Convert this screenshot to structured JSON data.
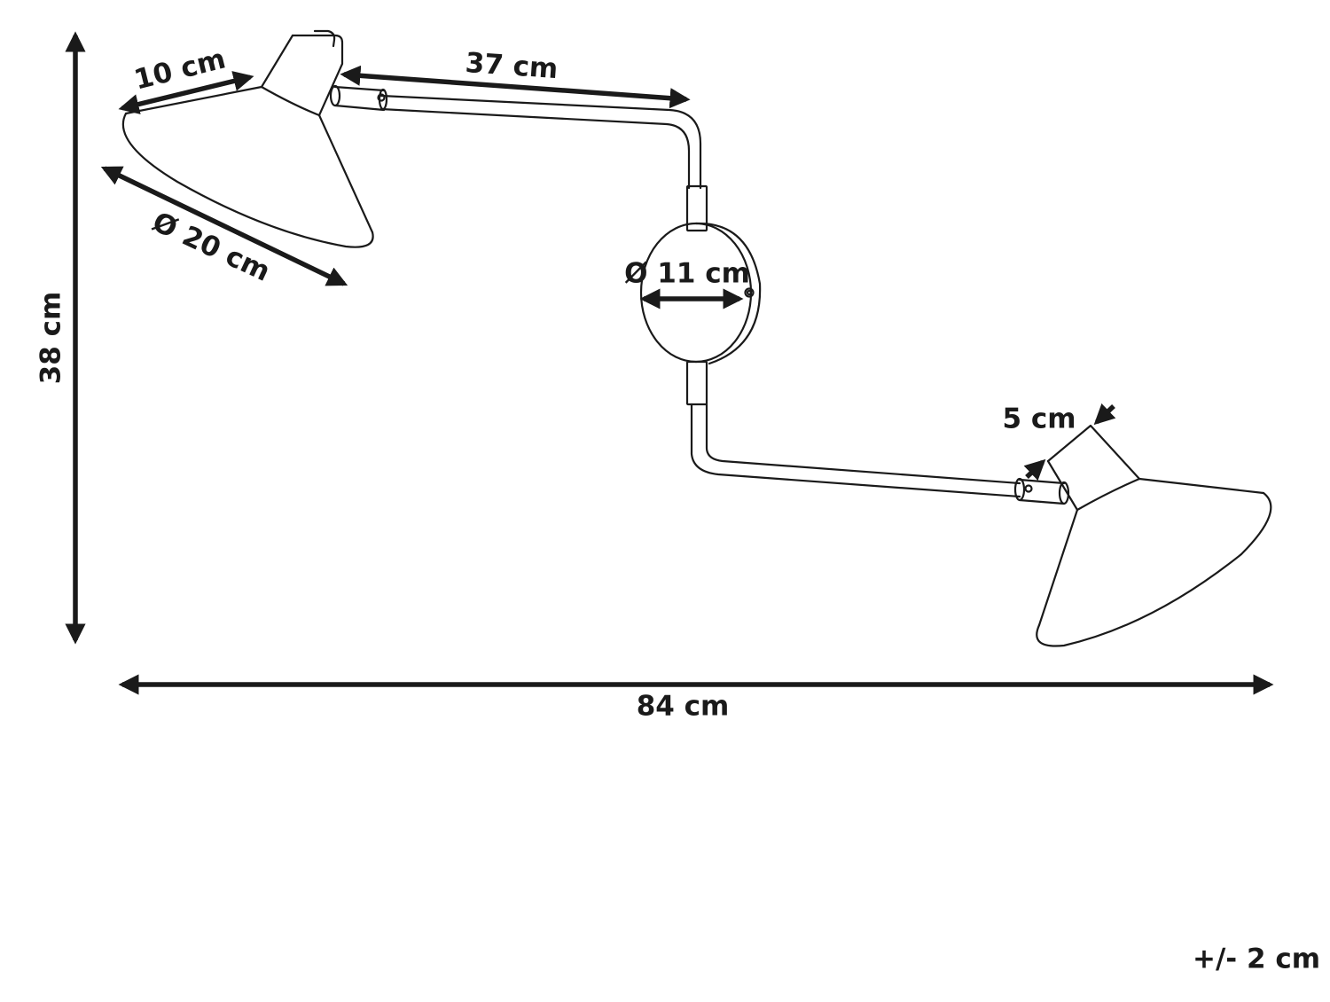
{
  "dimensions": {
    "height": "38 cm",
    "width": "84 cm",
    "arm_length": "37 cm",
    "shade_top": "10 cm",
    "shade_diameter": "Ø 20 cm",
    "base_diameter": "Ø 11 cm",
    "shade_neck": "5 cm"
  },
  "tolerance": "+/- 2 cm",
  "colors": {
    "ink": "#1a1a1a",
    "background": "#ffffff"
  }
}
